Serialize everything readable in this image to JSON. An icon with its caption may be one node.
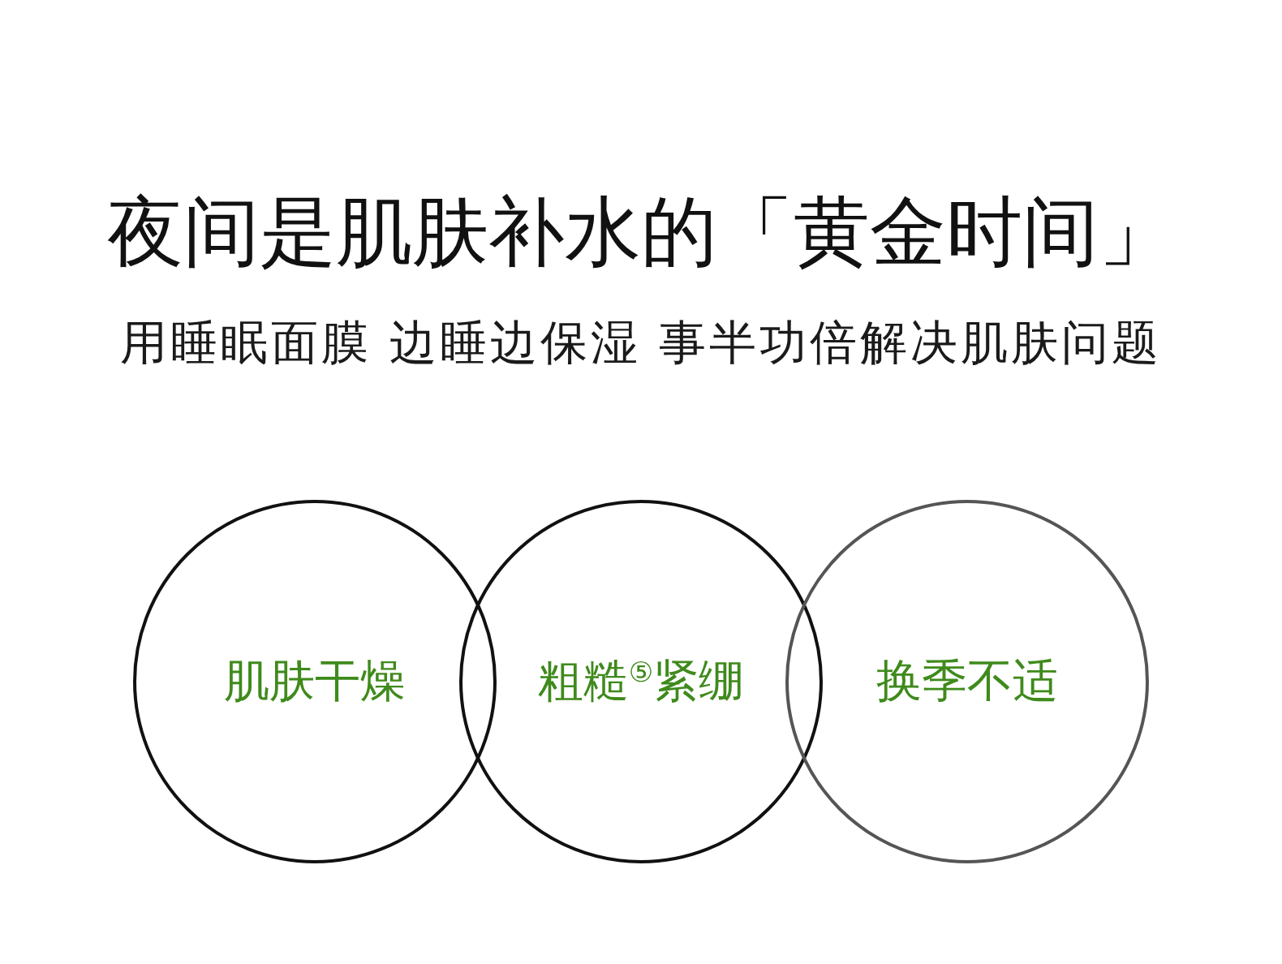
{
  "diagram": {
    "title": "夜间是肌肤补水的「黄金时间」",
    "nodes": [
      {
        "text": [
          "肌肤干燥"
        ]
      },
      {
        "text": [
          "粗糙$^{⑤}$紧绷"
        ]
      },
      {
        "text": [
          "换季不适"
        ]
      }
    ],
    "labels": [
      "用睡眠面膜 边睡边保湿 事半功倍解决肌肤问题"
    ]
  }
}
